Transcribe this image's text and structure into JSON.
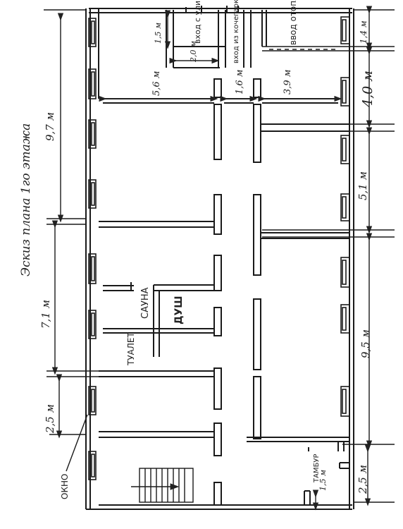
{
  "title": "Эскиз плана 1го этажа",
  "rooms": {
    "street_entrance": "вход с улицы",
    "yard_entrance": "вход из кочегарки",
    "heating_inlet": "ввод отопления",
    "sauna": "САУНА",
    "shower": "ДУШ",
    "toilet": "ТУАЛЕТ",
    "vestibule": "ТАМБУР",
    "window": "ОКНО"
  },
  "dimensions": {
    "left_total": "9,7 м",
    "left_middle": "7,1 м",
    "left_lower": "2,5 м",
    "right_top": "1,4 м",
    "right_upper": "4,0 м",
    "right_mid": "5,1 м",
    "right_lower": "9,5 м",
    "right_bottom": "2,5 м",
    "depth_left": "5,6 м",
    "corridor": "1,6 м",
    "depth_right": "3,9 м",
    "entrance_width": "1,5 м",
    "entrance_depth": "2,0 м",
    "vestibule_depth": "1,5 м"
  }
}
